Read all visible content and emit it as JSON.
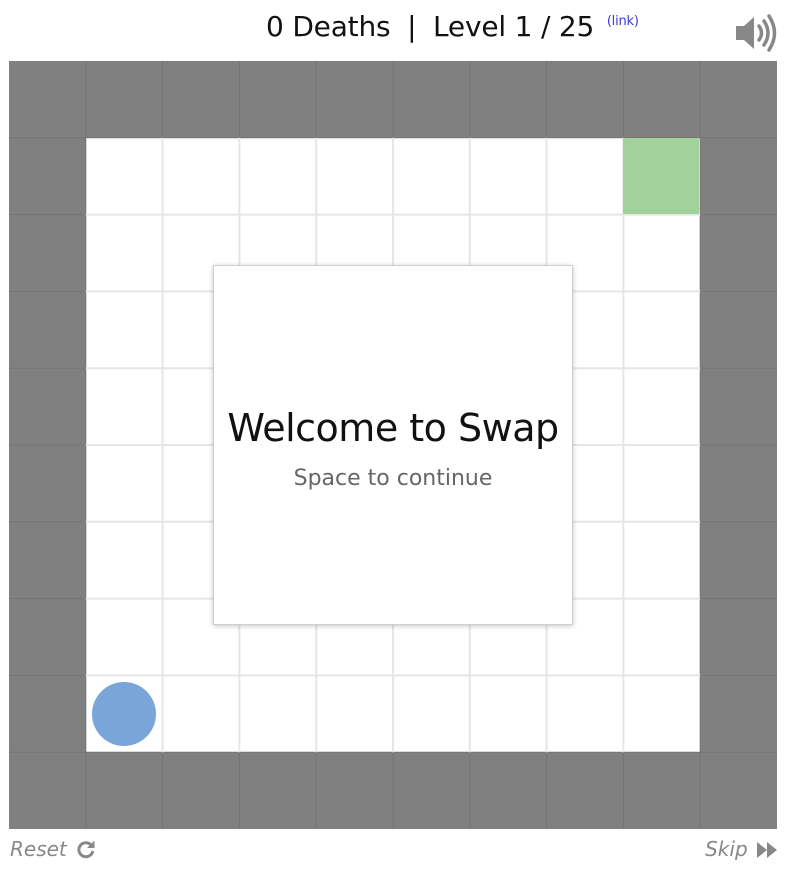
{
  "header": {
    "deaths_text": "0 Deaths",
    "separator": "|",
    "level_text": "Level 1 / 25",
    "link_label": "(link)",
    "sound_icon": "speaker-volume-icon"
  },
  "board": {
    "columns": 10,
    "rows": 10,
    "wall_color": "#808080",
    "floor_color": "#ffffff",
    "grid_line_color": "#e6e6e6",
    "goal_color": "#a2d29c",
    "player_color": "#7aa5d9"
  },
  "dialog": {
    "title": "Welcome to Swap",
    "subtitle": "Space to continue"
  },
  "footer": {
    "reset_label": "Reset",
    "reset_icon": "refresh-icon",
    "skip_label": "Skip",
    "skip_icon": "fast-forward-icon"
  }
}
